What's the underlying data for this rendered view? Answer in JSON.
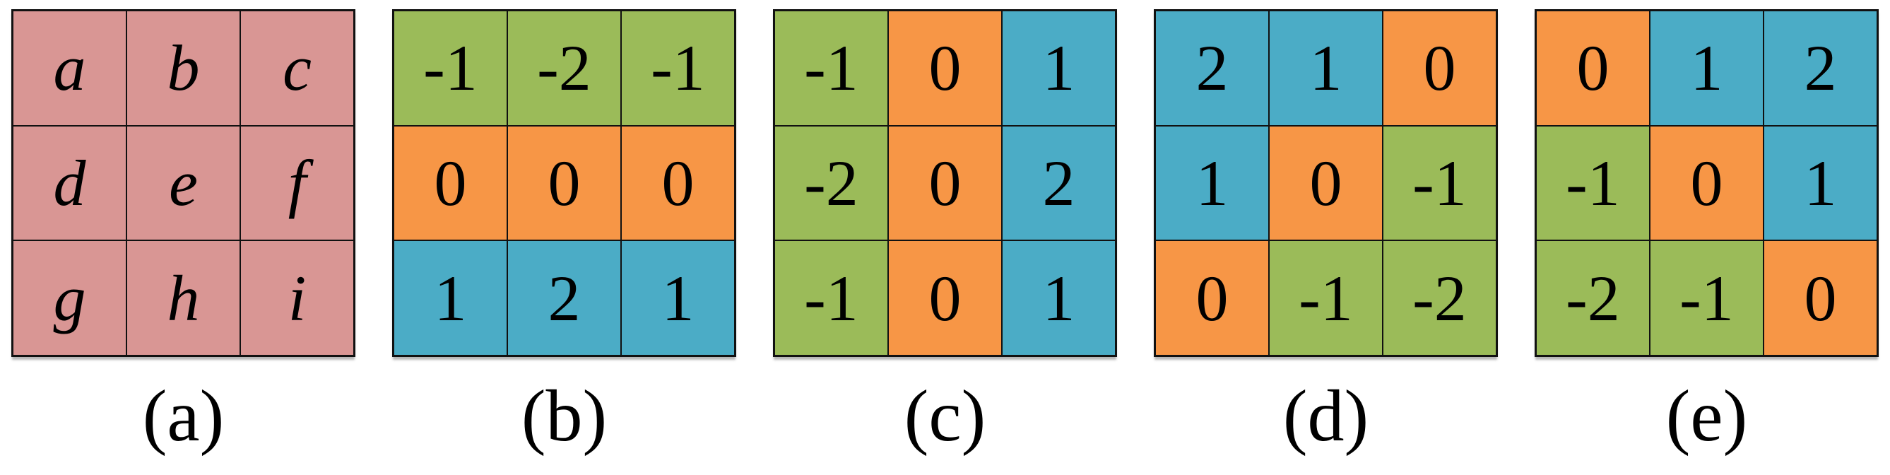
{
  "colors": {
    "pink": "#D99694",
    "green": "#9BBB59",
    "orange": "#F79646",
    "blue": "#4BACC6",
    "border": "#111111",
    "text": "#000000",
    "background": "#FFFFFF"
  },
  "grids": [
    {
      "id": "a",
      "label": "(a)",
      "italic": true,
      "cells": [
        [
          {
            "v": "a",
            "c": "pink"
          },
          {
            "v": "b",
            "c": "pink"
          },
          {
            "v": "c",
            "c": "pink"
          }
        ],
        [
          {
            "v": "d",
            "c": "pink"
          },
          {
            "v": "e",
            "c": "pink"
          },
          {
            "v": "f",
            "c": "pink"
          }
        ],
        [
          {
            "v": "g",
            "c": "pink"
          },
          {
            "v": "h",
            "c": "pink"
          },
          {
            "v": "i",
            "c": "pink"
          }
        ]
      ]
    },
    {
      "id": "b",
      "label": "(b)",
      "italic": false,
      "cells": [
        [
          {
            "v": "-1",
            "c": "green"
          },
          {
            "v": "-2",
            "c": "green"
          },
          {
            "v": "-1",
            "c": "green"
          }
        ],
        [
          {
            "v": "0",
            "c": "orange"
          },
          {
            "v": "0",
            "c": "orange"
          },
          {
            "v": "0",
            "c": "orange"
          }
        ],
        [
          {
            "v": "1",
            "c": "blue"
          },
          {
            "v": "2",
            "c": "blue"
          },
          {
            "v": "1",
            "c": "blue"
          }
        ]
      ]
    },
    {
      "id": "c",
      "label": "(c)",
      "italic": false,
      "cells": [
        [
          {
            "v": "-1",
            "c": "green"
          },
          {
            "v": "0",
            "c": "orange"
          },
          {
            "v": "1",
            "c": "blue"
          }
        ],
        [
          {
            "v": "-2",
            "c": "green"
          },
          {
            "v": "0",
            "c": "orange"
          },
          {
            "v": "2",
            "c": "blue"
          }
        ],
        [
          {
            "v": "-1",
            "c": "green"
          },
          {
            "v": "0",
            "c": "orange"
          },
          {
            "v": "1",
            "c": "blue"
          }
        ]
      ]
    },
    {
      "id": "d",
      "label": "(d)",
      "italic": false,
      "cells": [
        [
          {
            "v": "2",
            "c": "blue"
          },
          {
            "v": "1",
            "c": "blue"
          },
          {
            "v": "0",
            "c": "orange"
          }
        ],
        [
          {
            "v": "1",
            "c": "blue"
          },
          {
            "v": "0",
            "c": "orange"
          },
          {
            "v": "-1",
            "c": "green"
          }
        ],
        [
          {
            "v": "0",
            "c": "orange"
          },
          {
            "v": "-1",
            "c": "green"
          },
          {
            "v": "-2",
            "c": "green"
          }
        ]
      ]
    },
    {
      "id": "e",
      "label": "(e)",
      "italic": false,
      "cells": [
        [
          {
            "v": "0",
            "c": "orange"
          },
          {
            "v": "1",
            "c": "blue"
          },
          {
            "v": "2",
            "c": "blue"
          }
        ],
        [
          {
            "v": "-1",
            "c": "green"
          },
          {
            "v": "0",
            "c": "orange"
          },
          {
            "v": "1",
            "c": "blue"
          }
        ],
        [
          {
            "v": "-2",
            "c": "green"
          },
          {
            "v": "-1",
            "c": "green"
          },
          {
            "v": "0",
            "c": "orange"
          }
        ]
      ]
    }
  ]
}
